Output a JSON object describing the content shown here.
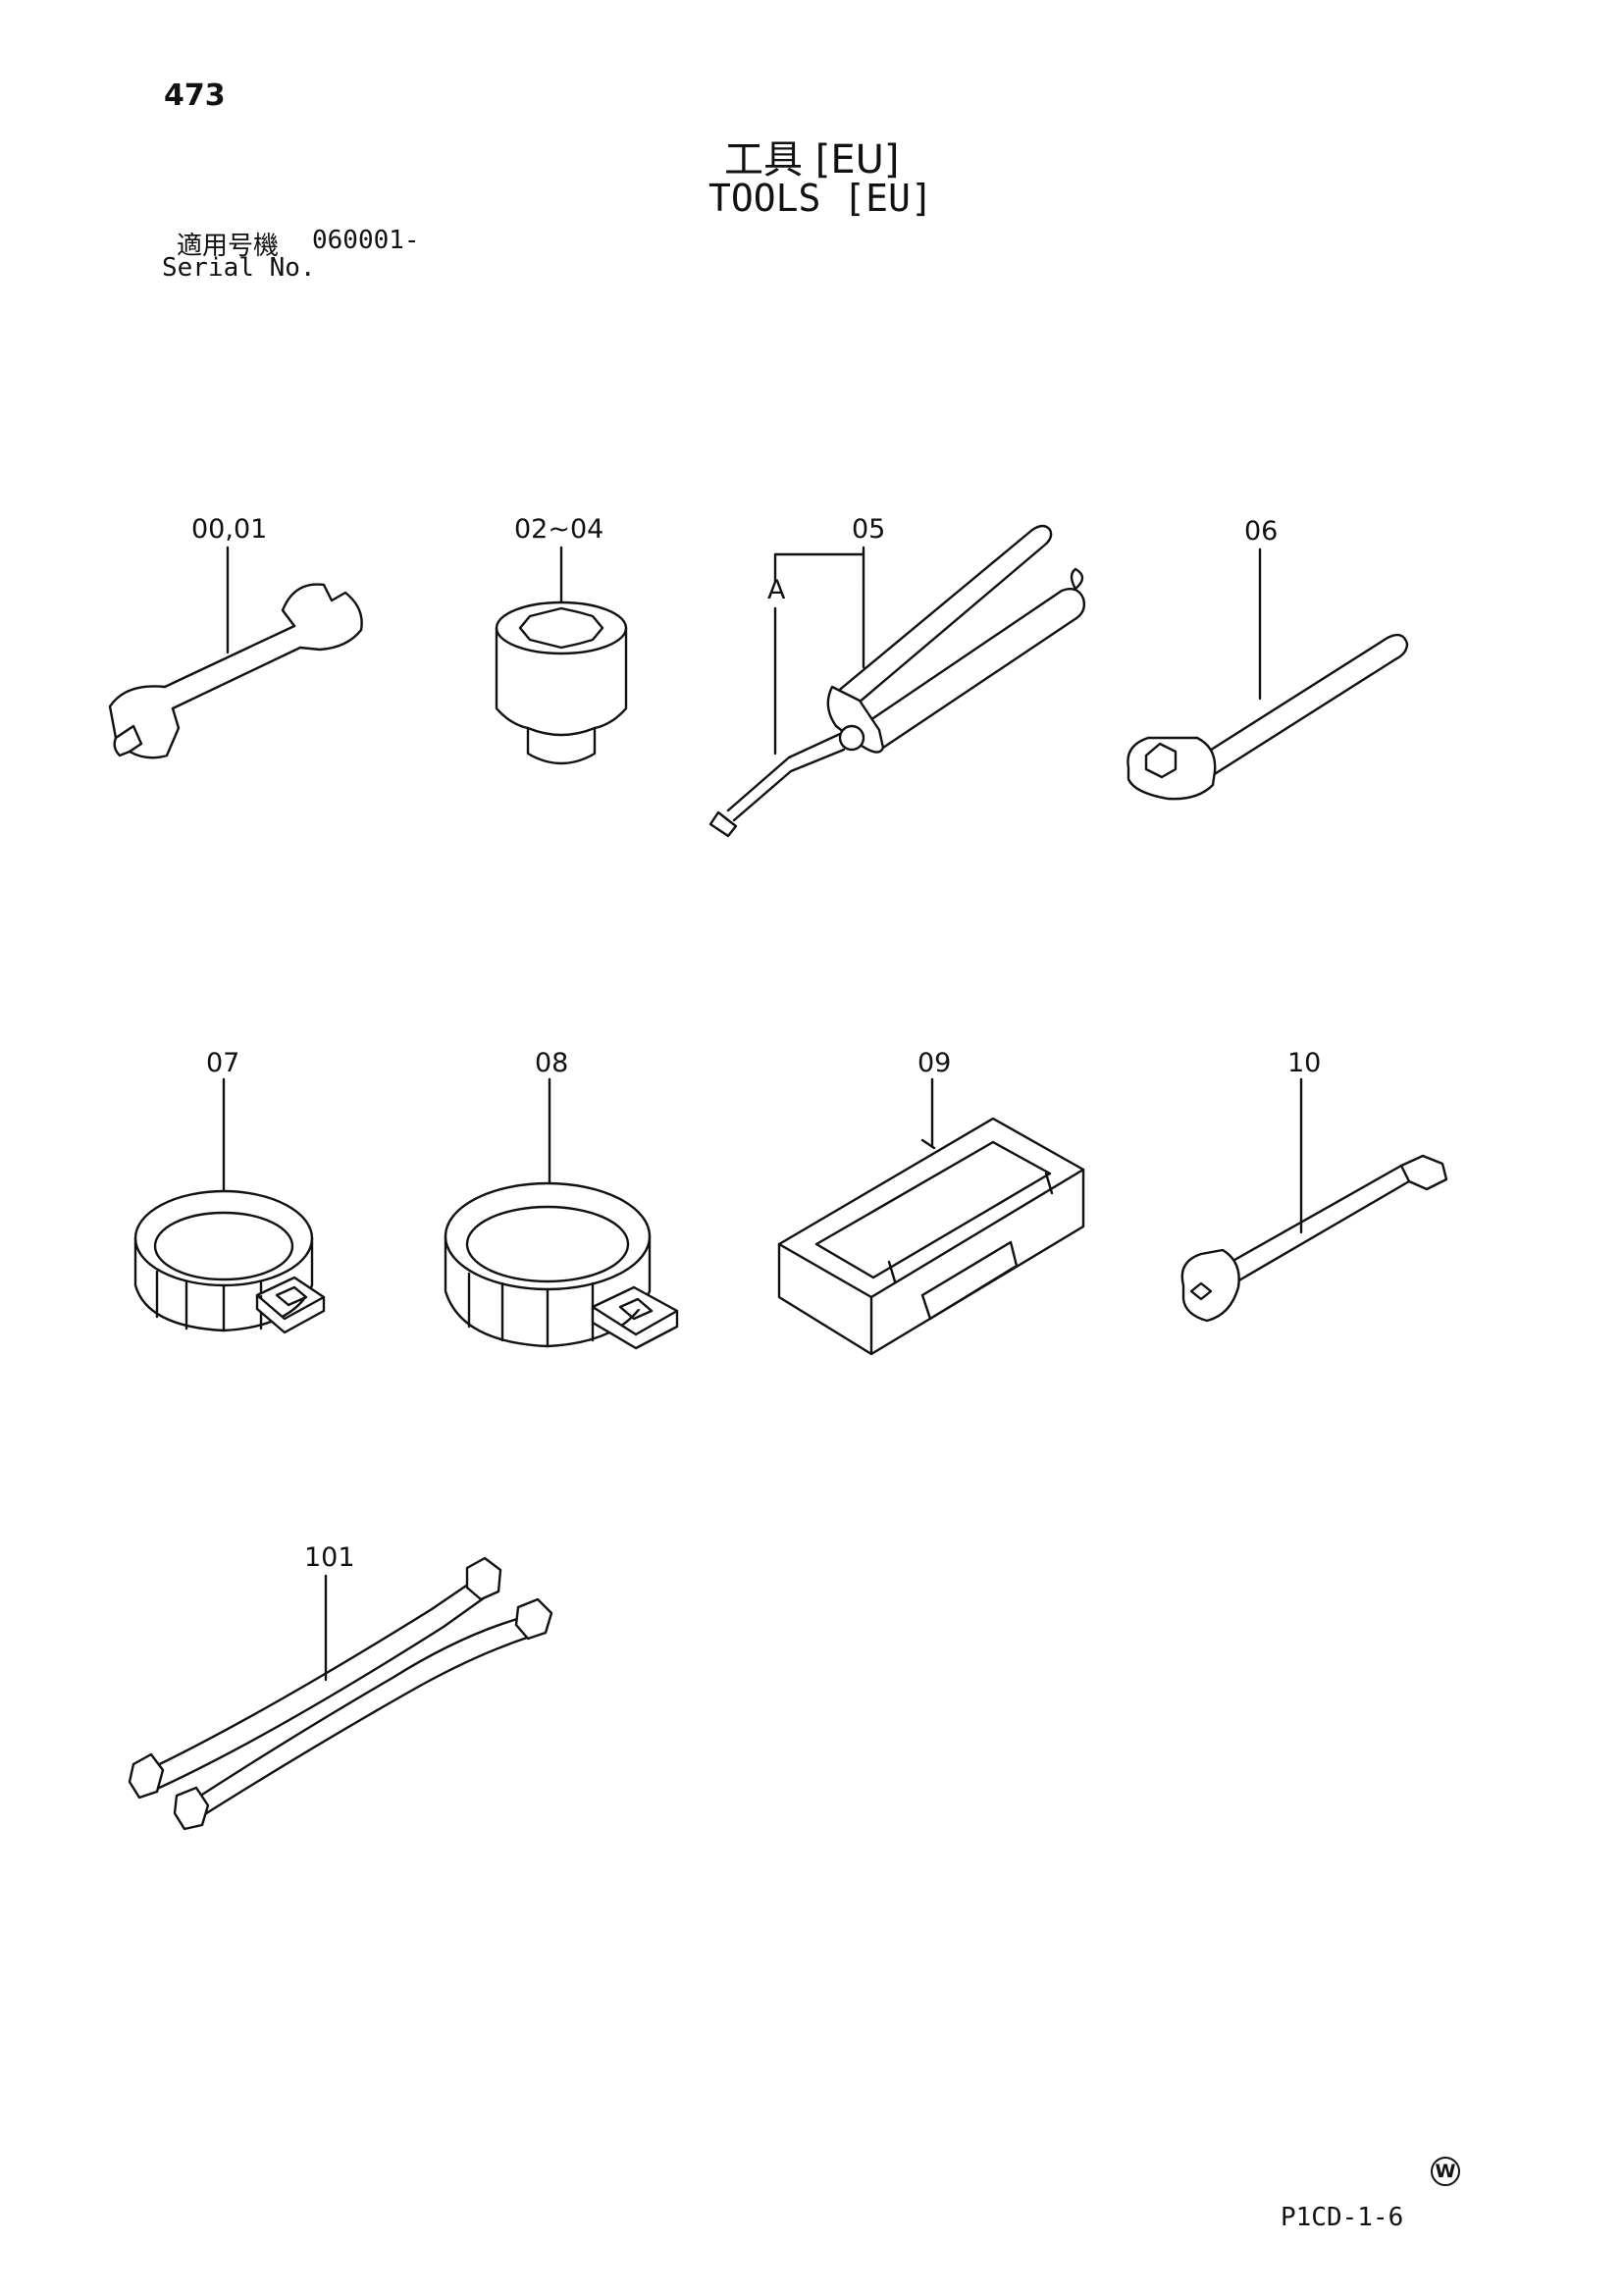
{
  "header": {
    "page_number": "473",
    "title_jp": "工具 [EU]",
    "title_en": "TOOLS [EU]",
    "serial_label_jp": "適用号機",
    "serial_value": "060001-",
    "serial_label_en": "Serial No."
  },
  "parts": [
    {
      "ref": "00,01",
      "tool": "open-end wrench"
    },
    {
      "ref": "02~04",
      "tool": "socket"
    },
    {
      "ref": "05",
      "tool": "grease gun"
    },
    {
      "ref": "06",
      "tool": "ratchet handle"
    },
    {
      "ref": "07",
      "tool": "filter wrench"
    },
    {
      "ref": "08",
      "tool": "filter wrench"
    },
    {
      "ref": "09",
      "tool": "tool box"
    },
    {
      "ref": "10",
      "tool": "extension bar"
    },
    {
      "ref": "101",
      "tool": "double-ended wrench"
    }
  ],
  "callouts": {
    "sub_label_a": "A"
  },
  "footer": {
    "doc_code": "P1CD-1-6",
    "maker_mark": "W"
  }
}
